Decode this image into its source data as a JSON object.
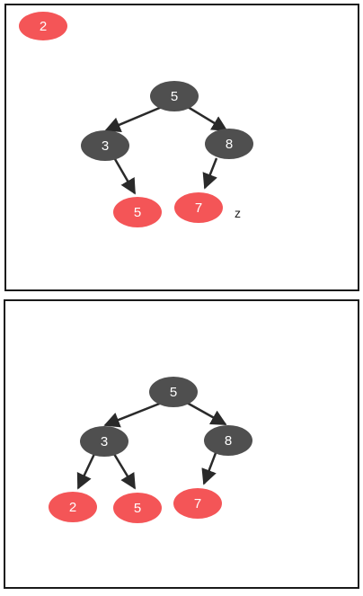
{
  "colors": {
    "black_node": "#4f4f4f",
    "red_node": "#f45557",
    "edge": "#2a2a2a",
    "panel_border": "#1a1a1a",
    "label": "#ffffff"
  },
  "panels": [
    {
      "name": "before-panel",
      "floating_node": {
        "value": "2",
        "color": "red"
      },
      "annotation": "z",
      "nodes": [
        {
          "id": "root",
          "value": "5",
          "color": "black"
        },
        {
          "id": "left",
          "value": "3",
          "color": "black"
        },
        {
          "id": "right",
          "value": "8",
          "color": "black"
        },
        {
          "id": "left-right",
          "value": "5",
          "color": "red"
        },
        {
          "id": "right-left",
          "value": "7",
          "color": "red"
        }
      ]
    },
    {
      "name": "after-panel",
      "nodes": [
        {
          "id": "root",
          "value": "5",
          "color": "black"
        },
        {
          "id": "left",
          "value": "3",
          "color": "black"
        },
        {
          "id": "right",
          "value": "8",
          "color": "black"
        },
        {
          "id": "left-left",
          "value": "2",
          "color": "red"
        },
        {
          "id": "left-right",
          "value": "5",
          "color": "red"
        },
        {
          "id": "right-left",
          "value": "7",
          "color": "red"
        }
      ]
    }
  ]
}
